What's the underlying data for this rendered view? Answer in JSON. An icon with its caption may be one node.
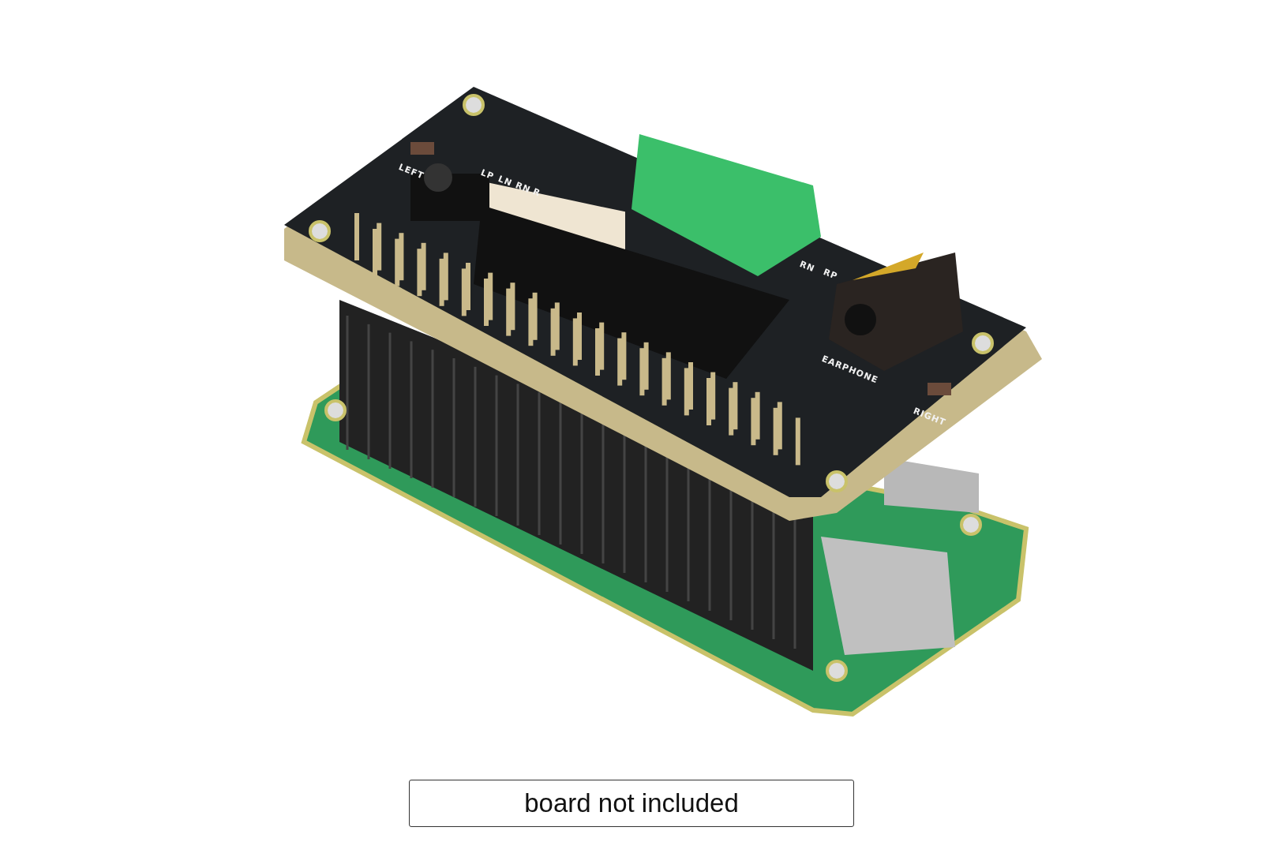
{
  "diagram": {
    "caption": "board not included",
    "labels": [
      "LEFT",
      "LP",
      "LN",
      "RN",
      "R",
      "RN",
      "RP",
      "EARPHONE",
      "RIGHT"
    ]
  }
}
